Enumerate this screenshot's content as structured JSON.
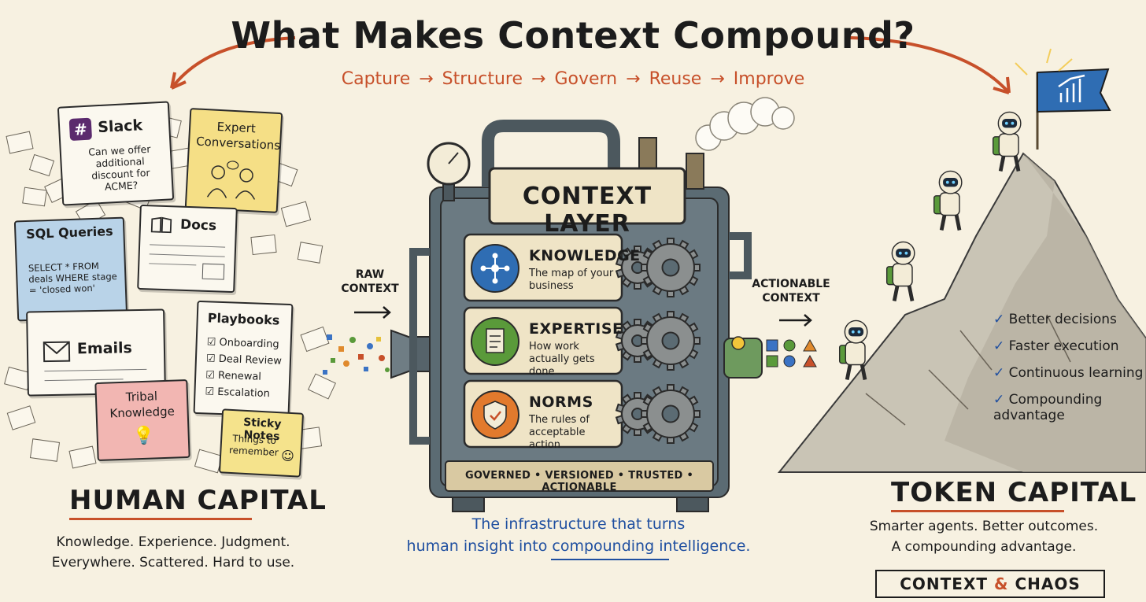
{
  "title": "What Makes Context Compound?",
  "flow": [
    "Capture",
    "Structure",
    "Govern",
    "Reuse",
    "Improve"
  ],
  "flow_arrow": "→",
  "left": {
    "slack": {
      "title": "Slack",
      "body": "Can we offer additional discount for ACME?"
    },
    "expert": {
      "title": "Expert Conversations"
    },
    "sql": {
      "title": "SQL Queries",
      "body": "SELECT * FROM deals WHERE stage = 'closed won'"
    },
    "docs": {
      "title": "Docs"
    },
    "emails": {
      "title": "Emails"
    },
    "playbooks": {
      "title": "Playbooks",
      "items": [
        "Onboarding",
        "Deal Review",
        "Renewal",
        "Escalation"
      ]
    },
    "tribal": {
      "title": "Tribal Knowledge"
    },
    "sticky": {
      "title": "Sticky Notes",
      "body": "Things to remember"
    },
    "heading": "HUMAN CAPITAL",
    "sub1": "Knowledge. Experience. Judgment.",
    "sub2": "Everywhere. Scattered. Hard to use."
  },
  "raw_label": "RAW CONTEXT",
  "actionable_label": "ACTIONABLE CONTEXT",
  "center": {
    "sign": "CONTEXT LAYER",
    "slots": [
      {
        "title": "KNOWLEDGE",
        "desc": "The map of your business",
        "icon": "network-icon",
        "color": "#2f6db3"
      },
      {
        "title": "EXPERTISE",
        "desc": "How work actually gets done",
        "icon": "clipboard-icon",
        "color": "#5a9a3a"
      },
      {
        "title": "NORMS",
        "desc": "The rules of acceptable action",
        "icon": "shield-icon",
        "color": "#e27a2d"
      }
    ],
    "footer": "GOVERNED • VERSIONED • TRUSTED • ACTIONABLE",
    "caption1": "The infrastructure that turns",
    "caption2": "human insight into compounding intelligence."
  },
  "right": {
    "benefits": [
      "Better decisions",
      "Faster execution",
      "Continuous learning",
      "Compounding advantage"
    ],
    "heading": "TOKEN CAPITAL",
    "sub1": "Smarter agents. Better outcomes.",
    "sub2": "A compounding advantage."
  },
  "brand": {
    "part1": "CONTEXT",
    "amp": "&",
    "part2": "CHAOS"
  },
  "colors": {
    "accent": "#c7502a",
    "blue": "#1f4fa0",
    "paper": "#f7f1e1",
    "machine": "#5b6b73"
  }
}
